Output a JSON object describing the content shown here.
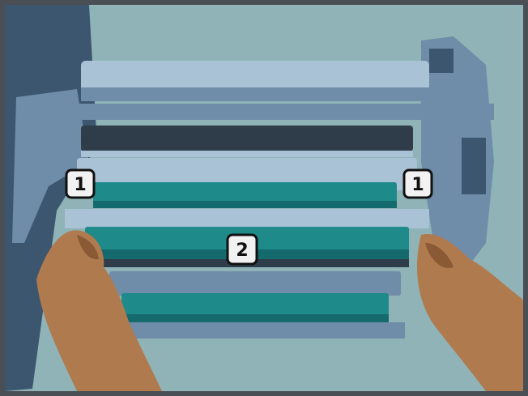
{
  "illustration": {
    "colors": {
      "frame": "#4a4f55",
      "background": "#8fb3b6",
      "machine_dark": "#3c5670",
      "machine_mid": "#6f8ca8",
      "machine_light": "#a9c2d6",
      "drum_teal": "#1f8a8a",
      "drum_teal_dark": "#146a6d",
      "roller_dark": "#2f3d4a",
      "skin": "#b07a4f",
      "skin_shadow": "#8a5a35",
      "badge_fill": "#f2f2f2",
      "badge_stroke": "#111111"
    },
    "callouts": [
      {
        "label": "1"
      },
      {
        "label": "1"
      },
      {
        "label": "2"
      }
    ]
  }
}
